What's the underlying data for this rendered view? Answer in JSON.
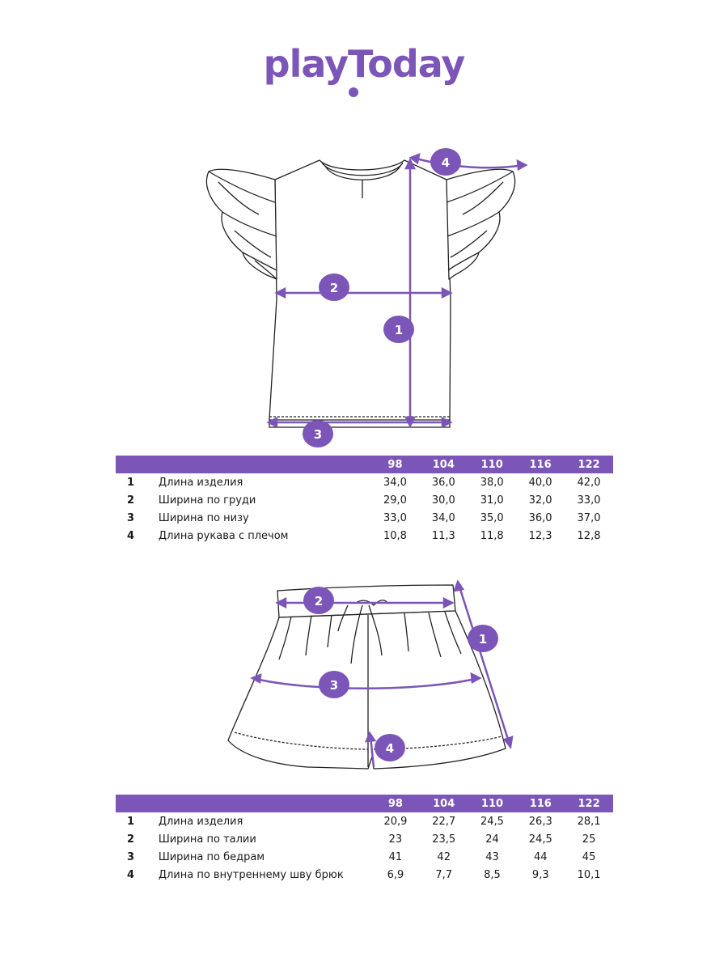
{
  "brand": {
    "name": "playToday",
    "color": "#7b55b7"
  },
  "top_garment": {
    "badges": [
      "1",
      "2",
      "3",
      "4"
    ],
    "table": {
      "sizes": [
        "98",
        "104",
        "110",
        "116",
        "122"
      ],
      "rows": [
        {
          "num": "1",
          "name": "Длина изделия",
          "values": [
            "34,0",
            "36,0",
            "38,0",
            "40,0",
            "42,0"
          ]
        },
        {
          "num": "2",
          "name": "Ширина по груди",
          "values": [
            "29,0",
            "30,0",
            "31,0",
            "32,0",
            "33,0"
          ]
        },
        {
          "num": "3",
          "name": "Ширина по низу",
          "values": [
            "33,0",
            "34,0",
            "35,0",
            "36,0",
            "37,0"
          ]
        },
        {
          "num": "4",
          "name": "Длина рукава с плечом",
          "values": [
            "10,8",
            "11,3",
            "11,8",
            "12,3",
            "12,8"
          ]
        }
      ]
    }
  },
  "bottom_garment": {
    "badges": [
      "1",
      "2",
      "3",
      "4"
    ],
    "table": {
      "sizes": [
        "98",
        "104",
        "110",
        "116",
        "122"
      ],
      "rows": [
        {
          "num": "1",
          "name": "Длина изделия",
          "values": [
            "20,9",
            "22,7",
            "24,5",
            "26,3",
            "28,1"
          ]
        },
        {
          "num": "2",
          "name": "Ширина по талии",
          "values": [
            "23",
            "23,5",
            "24",
            "24,5",
            "25"
          ]
        },
        {
          "num": "3",
          "name": "Ширина по бедрам",
          "values": [
            "41",
            "42",
            "43",
            "44",
            "45"
          ]
        },
        {
          "num": "4",
          "name": "Длина по внутреннему шву брюк",
          "values": [
            "6,9",
            "7,7",
            "8,5",
            "9,3",
            "10,1"
          ]
        }
      ]
    }
  }
}
